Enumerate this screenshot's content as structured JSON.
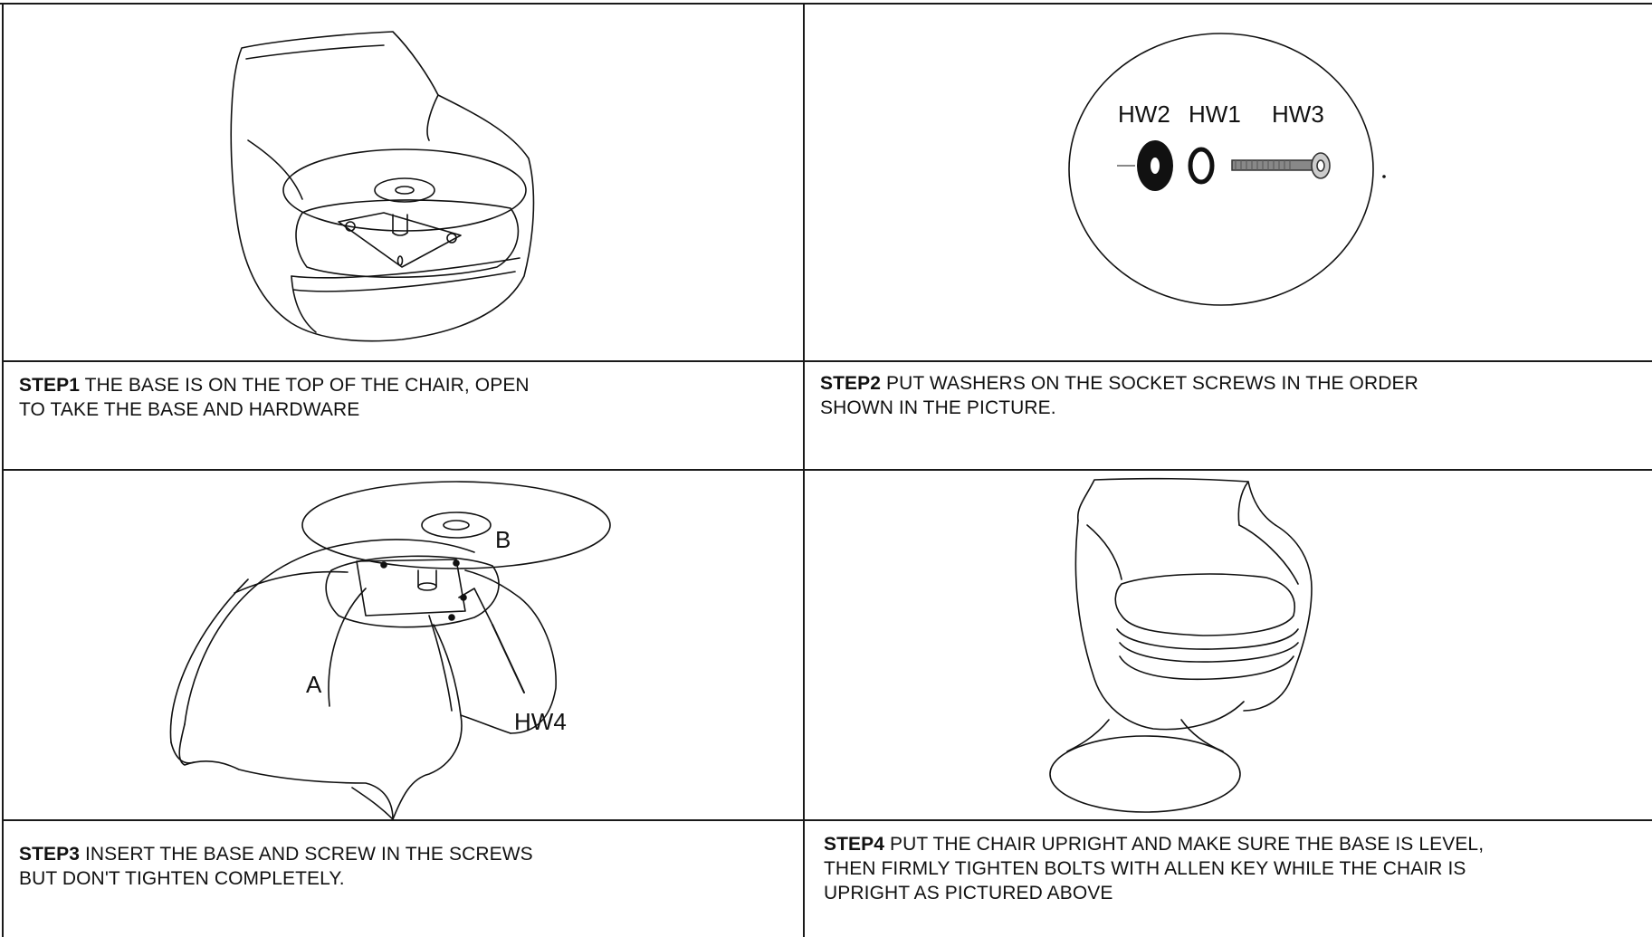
{
  "steps": [
    {
      "label": "STEP1",
      "line1": " THE BASE IS ON THE TOP OF THE CHAIR, OPEN",
      "line2": "TO TAKE THE BASE AND HARDWARE"
    },
    {
      "label": "STEP2",
      "line1": "  PUT WASHERS ON THE SOCKET SCREWS IN THE ORDER",
      "line2": "SHOWN IN THE PICTURE."
    },
    {
      "label": "STEP3",
      "line1": " INSERT THE BASE AND SCREW IN THE SCREWS",
      "line2": "BUT DON'T TIGHTEN COMPLETELY."
    },
    {
      "label": "STEP4",
      "line1": " PUT THE CHAIR UPRIGHT AND MAKE SURE THE  BASE IS LEVEL,",
      "line2": "THEN FIRMLY TIGHTEN BOLTS WITH  ALLEN KEY WHILE THE CHAIR IS",
      "line3": "UPRIGHT AS PICTURED ABOVE"
    }
  ],
  "hardware_labels": {
    "hw2": "HW2",
    "hw1": "HW1",
    "hw3": "HW3",
    "hw4": "HW4"
  },
  "part_labels": {
    "a": "A",
    "b": "B"
  }
}
